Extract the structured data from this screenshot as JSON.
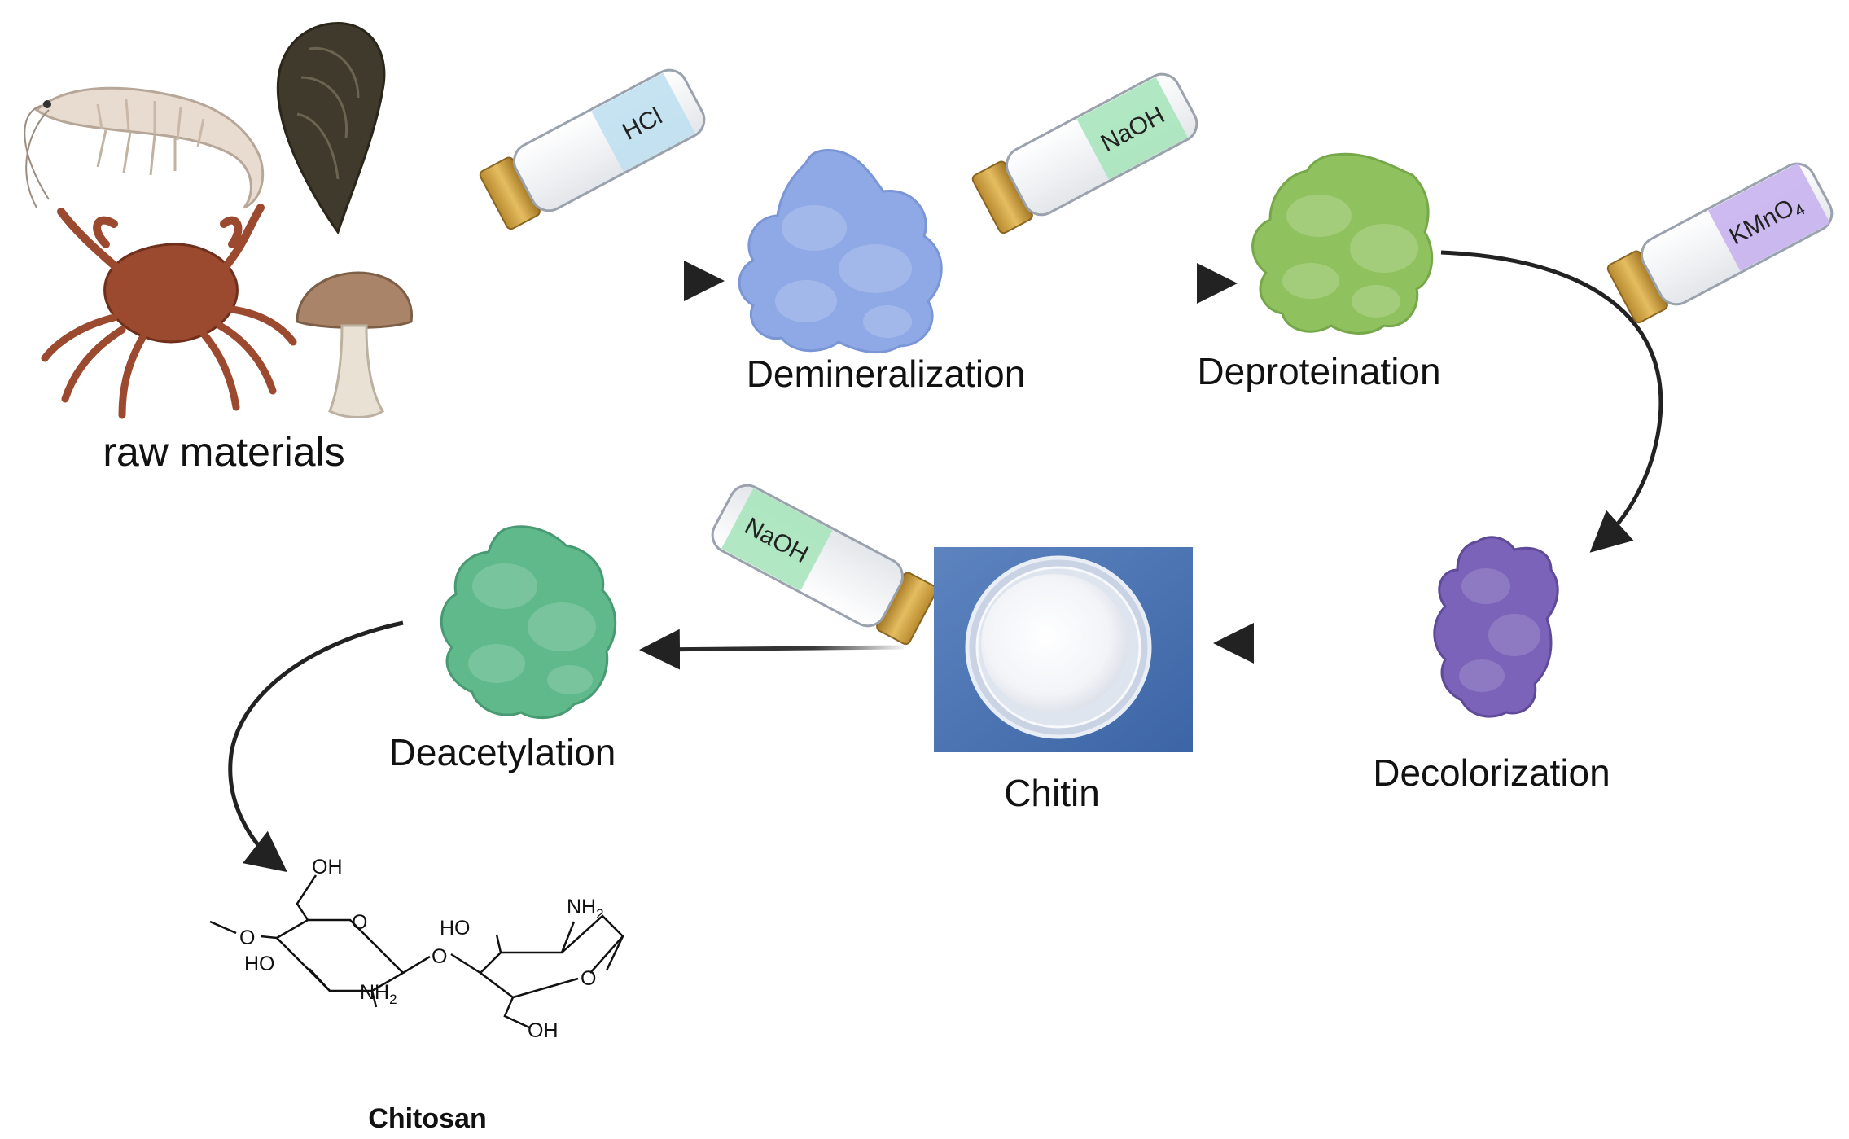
{
  "raw_materials": {
    "label": "raw materials"
  },
  "steps": {
    "demineralization": {
      "label": "Demineralization",
      "color": "#8fa9e6"
    },
    "deproteination": {
      "label": "Deproteination",
      "color": "#8fc25e"
    },
    "decolorization": {
      "label": "Decolorization",
      "color": "#7a63b8"
    },
    "chitin": {
      "label": "Chitin"
    },
    "deacetylation": {
      "label": "Deacetylation",
      "color": "#5fb98a"
    }
  },
  "reagents": {
    "hcl": {
      "label": "HCl",
      "color": "#bfe0f0"
    },
    "naoh_1": {
      "label": "NaOH",
      "color": "#a8e6bd"
    },
    "kmno4": {
      "label": "KMnO",
      "subscript": "4",
      "color": "#c7b3ee"
    },
    "naoh_2": {
      "label": "NaOH",
      "color": "#a8e6bd"
    }
  },
  "product": {
    "label": "Chitosan",
    "structure_labels": {
      "oh_top_left": "OH",
      "o_link_left": "O",
      "ring_o_left": "O",
      "ho_left": "HO",
      "nh2_left": "NH",
      "nh2_left_sub": "2",
      "o_glycosidic": "O",
      "ho_right": "HO",
      "nh2_right": "NH",
      "nh2_right_sub": "2",
      "ring_o_right": "O",
      "oh_bottom_right": "OH"
    }
  }
}
